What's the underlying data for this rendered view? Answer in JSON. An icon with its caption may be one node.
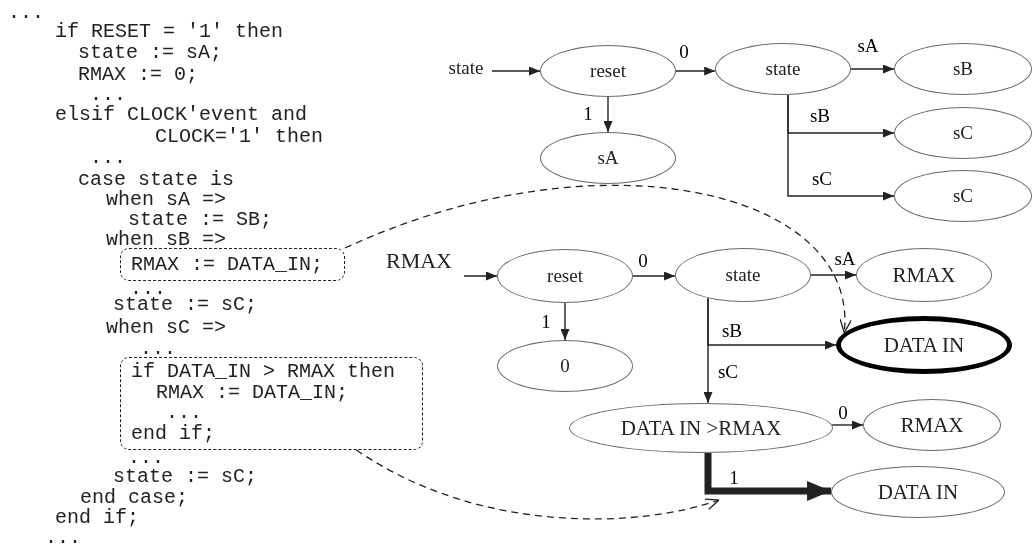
{
  "diagram": {
    "nodes": [
      {
        "text": [
          "state"
        ]
      },
      {
        "text": [
          "reset"
        ]
      },
      {
        "text": [
          "sA"
        ]
      },
      {
        "text": [
          "state"
        ]
      },
      {
        "text": [
          "sB"
        ]
      },
      {
        "text": [
          "sC"
        ]
      },
      {
        "text": [
          "sC"
        ]
      },
      {
        "text": [
          "RMAX"
        ]
      },
      {
        "text": [
          "reset"
        ]
      },
      {
        "text": [
          "0"
        ]
      },
      {
        "text": [
          "state"
        ]
      },
      {
        "text": [
          "RMAX"
        ]
      },
      {
        "text": [
          "DATA IN"
        ]
      },
      {
        "text": [
          "DATA IN >RMAX"
        ]
      },
      {
        "text": [
          "RMAX"
        ]
      },
      {
        "text": [
          "DATA IN"
        ]
      },
      {
        "text": [
          "RMAX := DATA_IN;"
        ]
      },
      {
        "text": [
          "if DATA_IN > RMAX then",
          "RMAX := DATA_IN;",
          "...",
          "end if;"
        ]
      }
    ],
    "edges": [
      {
        "from": 0,
        "to": 1,
        "arrow": "to"
      },
      {
        "from": 1,
        "to": 3,
        "arrow": "to",
        "label": "0"
      },
      {
        "from": 1,
        "to": 2,
        "arrow": "to",
        "label": "1"
      },
      {
        "from": 3,
        "to": 4,
        "arrow": "to",
        "label": "sA"
      },
      {
        "from": 3,
        "to": 5,
        "arrow": "to",
        "label": "sB"
      },
      {
        "from": 3,
        "to": 6,
        "arrow": "to",
        "label": "sC"
      },
      {
        "from": 7,
        "to": 8,
        "arrow": "to"
      },
      {
        "from": 8,
        "to": 10,
        "arrow": "to",
        "label": "0"
      },
      {
        "from": 8,
        "to": 9,
        "arrow": "to",
        "label": "1"
      },
      {
        "from": 10,
        "to": 11,
        "arrow": "to",
        "label": "sA"
      },
      {
        "from": 10,
        "to": 12,
        "arrow": "to",
        "label": "sB"
      },
      {
        "from": 10,
        "to": 13,
        "arrow": "to",
        "label": "sC"
      },
      {
        "from": 13,
        "to": 14,
        "arrow": "to",
        "label": "0"
      },
      {
        "from": 13,
        "to": 15,
        "arrow": "to",
        "label": "1",
        "style": "thick"
      },
      {
        "from": 16,
        "to": 12,
        "arrow": "to",
        "style": "dashed"
      },
      {
        "from": 17,
        "to": null,
        "arrow": "to",
        "style": "dashed"
      }
    ],
    "labels": [
      "...",
      "if RESET = '1' then",
      "state := sA;",
      "RMAX := 0;",
      "...",
      "elsif CLOCK'event and",
      "CLOCK='1' then",
      "...",
      "case state is",
      "when sA =>",
      "state := SB;",
      "when sB =>",
      "...",
      "state := sC;",
      "when sC =>",
      "...",
      "...",
      "state := sC;",
      "end case;",
      "end if;",
      "..."
    ]
  }
}
